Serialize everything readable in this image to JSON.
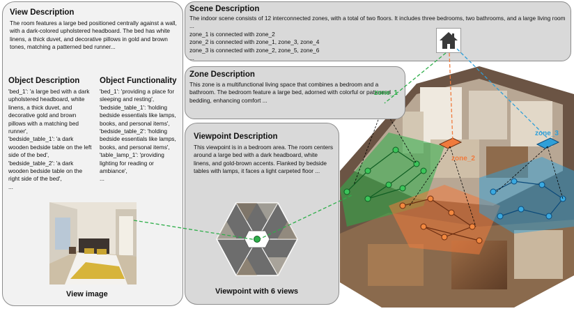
{
  "view": {
    "title": "View Description",
    "text": "The room features a large bed positioned centrally against a wall, with a dark-colored upholstered headboard. The bed has white linens, a thick duvet, and decorative pillows in gold and brown tones, matching a patterned bed runner...",
    "object_desc_title": "Object Description",
    "object_desc": [
      "'bed_1': 'a large bed with a dark upholstered headboard, white linens, a thick duvet, and decorative gold and brown pillows with a matching bed runner',",
      "'bedside_table_1': 'a dark wooden bedside table on the left side of the bed',",
      "'bedside_table_2': 'a dark wooden bedside table on the right side of the bed',",
      "..."
    ],
    "object_func_title": "Object Functionality",
    "object_func": [
      "'bed_1': 'providing a place for sleeping and resting',",
      "'bedside_table_1': 'holding bedside essentials like lamps, books, and personal items',",
      "'bedside_table_2': 'holding bedside essentials like lamps, books, and personal items',",
      "'table_lamp_1': 'providing lighting for reading or ambiance',",
      "..."
    ],
    "image_caption": "View image"
  },
  "scene": {
    "title": "Scene Description",
    "text": "The indoor scene consists of 12 interconnected zones, with a total of two floors. It includes three bedrooms, two bathrooms, and a large living room ...",
    "connections": [
      "zone_1 is connected with zone_2",
      "zone_2 is connected with zone_1, zone_3, zone_4",
      "zone_3 is connected with zone_2, zone_5, zone_6",
      "..."
    ]
  },
  "zone": {
    "title": "Zone Description",
    "text": "This zone is a multifunctional living space that combines a bedroom and a bathroom. The bedroom feature a large bed, adorned with colorful or patterned bedding, enhancing comfort ..."
  },
  "viewpoint": {
    "title": "Viewpoint Description",
    "text": "This viewpoint is in a bedroom area. The room centers around a large bed with a dark headboard, white linens, and gold-brown accents. Flanked by bedside tables with lamps, it faces a light carpeted floor ...",
    "caption": "Viewpoint with 6 views"
  },
  "zones": [
    "zone_1",
    "zone_2",
    "zone_3"
  ],
  "colors": {
    "zone_1": "#2eae4a",
    "zone_2": "#f07a3c",
    "zone_3": "#2f9fd8",
    "panel_light": "#f2f2f2",
    "panel_gray": "#d9d9d9"
  },
  "icons": {
    "home": "home-icon"
  }
}
